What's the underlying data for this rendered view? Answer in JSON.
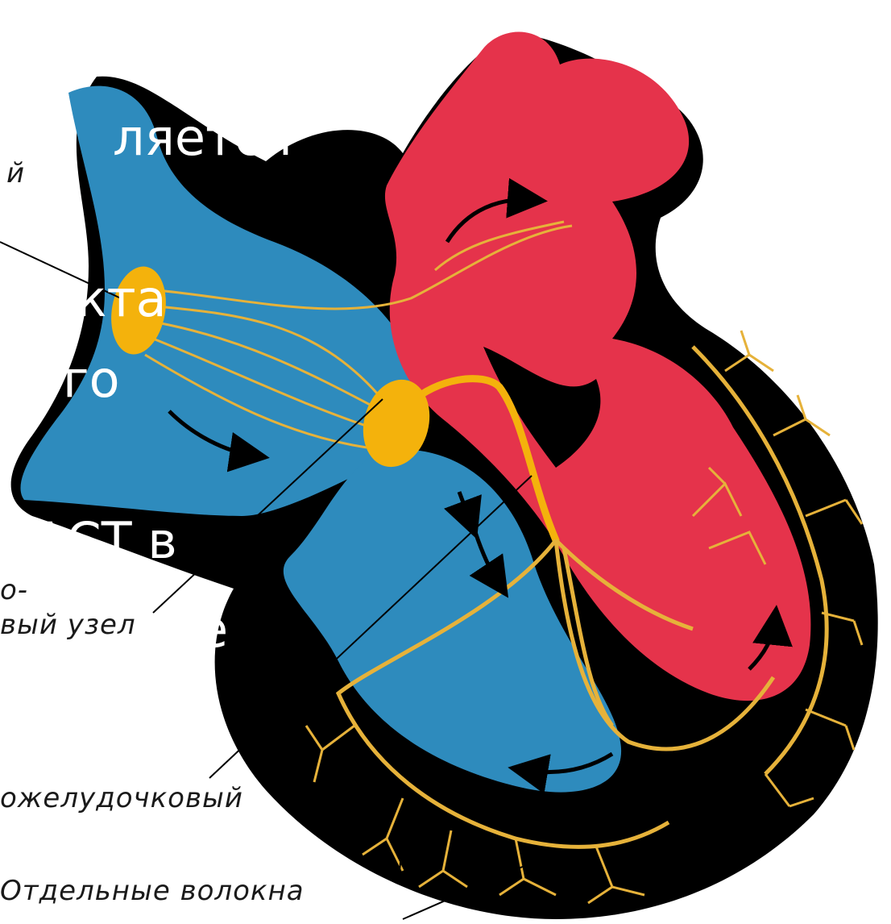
{
  "labels": {
    "top_left_partial": "й",
    "av_node_line1": "о-",
    "av_node_line2": "вый узел",
    "bundle_partial": "ожелудочковый",
    "fibers": "Отдельные волокна"
  },
  "overlay_text": {
    "line1": "ляется",
    "line2": "кта",
    "line3": "го",
    "line4": "АСТ в",
    "line5": "е"
  },
  "colors": {
    "blue": "#2e8bbd",
    "red": "#e5334b",
    "node": "#f4b20c",
    "fiber": "#e6b23a",
    "outline": "#000000"
  }
}
